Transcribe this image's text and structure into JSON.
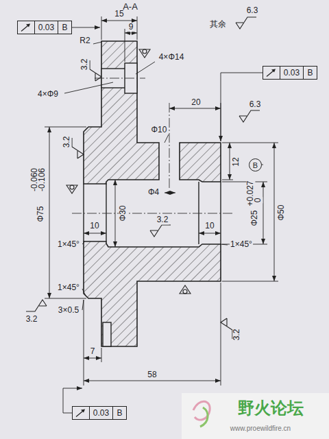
{
  "diagram": {
    "title": "A-A",
    "nodes": [
      {
        "text": [
          "0.03",
          "B"
        ]
      },
      {
        "text": [
          "0.03",
          "B"
        ]
      },
      {
        "text": [
          "0.03",
          "B"
        ]
      },
      {
        "text": [
          "B"
        ]
      }
    ],
    "labels": [
      "15",
      "9",
      "R2",
      "3.2",
      "4×Φ14",
      "4×Φ9",
      "其余",
      "6.3",
      "20",
      "Φ10",
      "6.3",
      "3.2",
      "12",
      "Φ75",
      "-0.060",
      "-0.106",
      "Φ4",
      "Φ30",
      "3.2",
      "10",
      "10",
      "Φ25",
      "+0.027",
      "0",
      "Φ50",
      "1×45°",
      "1×45°",
      "1×45°",
      "3×0.5",
      "3.2",
      "3.2",
      "7",
      "58",
      "野火论坛",
      "www.proewildfire.cn"
    ]
  }
}
